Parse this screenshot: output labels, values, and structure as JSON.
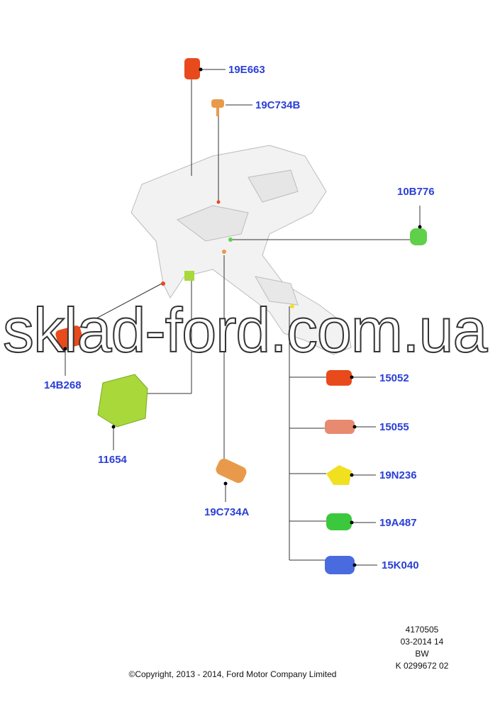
{
  "callouts": {
    "p19E663": "19E663",
    "p19C734B": "19C734B",
    "p10B776": "10B776",
    "p14B268": "14B268",
    "p11654": "11654",
    "p19C734A": "19C734A",
    "p15052": "15052",
    "p15055": "15055",
    "p19N236": "19N236",
    "p19A487": "19A487",
    "p15K040": "15K040"
  },
  "meta": {
    "line1": "4170505",
    "line2": "03-2014 14",
    "line3": "BW",
    "line4": "K 0299672 02"
  },
  "copyright": "©Copyright, 2013 - 2014, Ford Motor Company Limited",
  "watermark": "sklad-ford.com.ua",
  "colors": {
    "label": "#2a3fd6",
    "red": "#e84a1c",
    "orange": "#e89a4a",
    "green": "#5fd04a",
    "lime": "#a8d83a",
    "salmon": "#e88a70",
    "yellow": "#f0e020",
    "blue": "#4a6ae0"
  }
}
